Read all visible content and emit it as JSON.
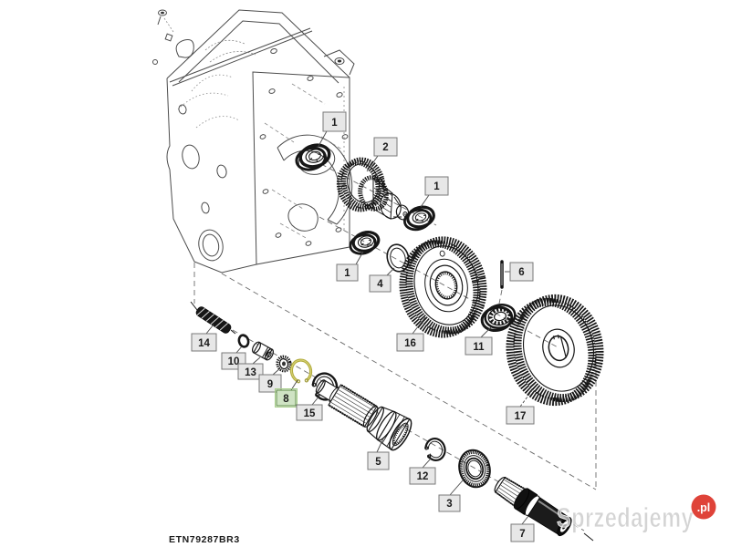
{
  "diagram": {
    "code": "ETN79287BR3",
    "labels": [
      {
        "id": "1a",
        "num": "1",
        "highlighted": false
      },
      {
        "id": "2",
        "num": "2",
        "highlighted": false
      },
      {
        "id": "1b",
        "num": "1",
        "highlighted": false
      },
      {
        "id": "1c",
        "num": "1",
        "highlighted": false
      },
      {
        "id": "4",
        "num": "4",
        "highlighted": false
      },
      {
        "id": "16",
        "num": "16",
        "highlighted": false
      },
      {
        "id": "6",
        "num": "6",
        "highlighted": false
      },
      {
        "id": "11",
        "num": "11",
        "highlighted": false
      },
      {
        "id": "17",
        "num": "17",
        "highlighted": false
      },
      {
        "id": "14",
        "num": "14",
        "highlighted": false
      },
      {
        "id": "10",
        "num": "10",
        "highlighted": false
      },
      {
        "id": "13",
        "num": "13",
        "highlighted": false
      },
      {
        "id": "9",
        "num": "9",
        "highlighted": false
      },
      {
        "id": "8",
        "num": "8",
        "highlighted": true
      },
      {
        "id": "15",
        "num": "15",
        "highlighted": false
      },
      {
        "id": "5",
        "num": "5",
        "highlighted": false
      },
      {
        "id": "12",
        "num": "12",
        "highlighted": false
      },
      {
        "id": "3",
        "num": "3",
        "highlighted": false
      },
      {
        "id": "7",
        "num": "7",
        "highlighted": false
      }
    ],
    "colors": {
      "label_bg": "#e7e7e7",
      "label_border": "#7a7a7a",
      "highlight_box": "#cfe3c4",
      "highlight_border": "#5c8c44",
      "highlight_ring": "#b2ac3e",
      "line": "#4c4c4c"
    }
  },
  "watermark": {
    "brand": "Sprzedajemy",
    "tld": ".pl",
    "badge_color": "#df4339"
  }
}
